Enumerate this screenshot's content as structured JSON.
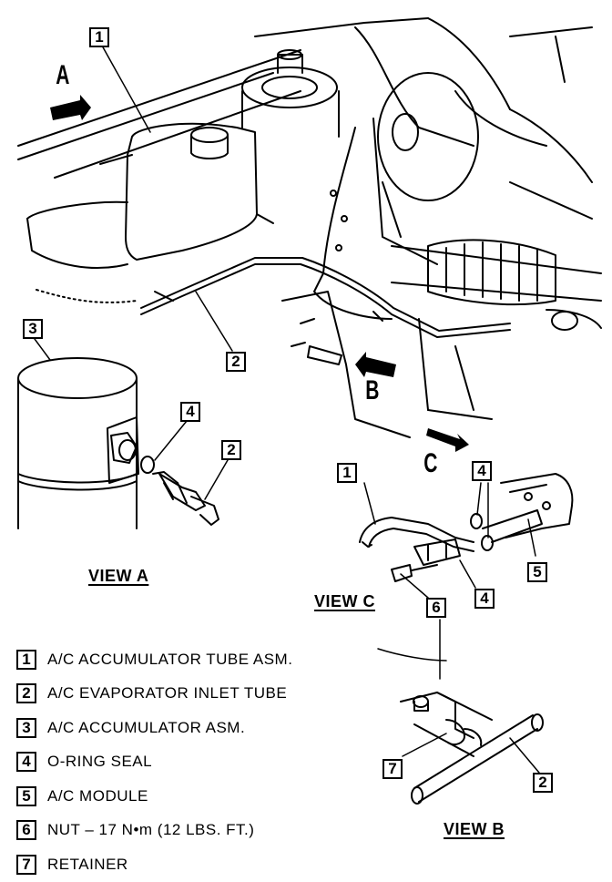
{
  "view_letters": {
    "a": "A",
    "b": "B",
    "c": "C"
  },
  "view_titles": {
    "view_a": "VIEW A",
    "view_b": "VIEW B",
    "view_c": "VIEW C"
  },
  "callouts": {
    "top_1": "1",
    "top_2": "2",
    "va_3": "3",
    "va_4": "4",
    "va_2": "2",
    "vc_1": "1",
    "vc_4a": "4",
    "vc_5": "5",
    "vc_4b": "4",
    "vc_6": "6",
    "vb_7": "7",
    "vb_2": "2"
  },
  "legend": [
    {
      "num": "1",
      "text": "A/C ACCUMULATOR TUBE ASM."
    },
    {
      "num": "2",
      "text": "A/C EVAPORATOR INLET TUBE"
    },
    {
      "num": "3",
      "text": "A/C ACCUMULATOR ASM."
    },
    {
      "num": "4",
      "text": "O-RING SEAL"
    },
    {
      "num": "5",
      "text": "A/C MODULE"
    },
    {
      "num": "6",
      "text": "NUT – 17 N•m (12 LBS. FT.)"
    },
    {
      "num": "7",
      "text": "RETAINER"
    }
  ]
}
